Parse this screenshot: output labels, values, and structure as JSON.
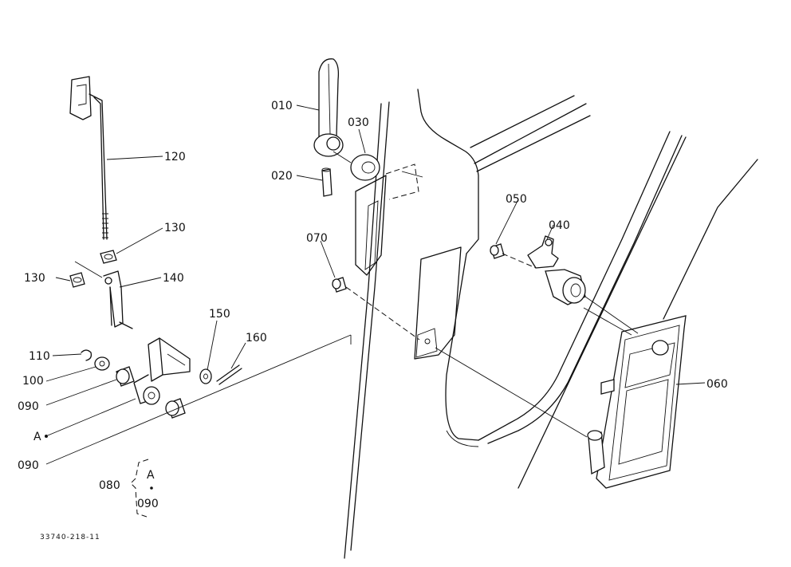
{
  "parts": {
    "p010": "010",
    "p020": "020",
    "p030": "030",
    "p040": "040",
    "p050": "050",
    "p060": "060",
    "p070": "070",
    "p080": "080",
    "p090a": "090",
    "p090b": "090",
    "p100": "100",
    "p110": "110",
    "p120": "120",
    "p130a": "130",
    "p130b": "130",
    "p140": "140",
    "p150": "150",
    "p160": "160"
  },
  "markers": {
    "a_point": "A",
    "legend_a": "A",
    "legend_090": "090"
  },
  "drawing_code": "33740-218-11"
}
